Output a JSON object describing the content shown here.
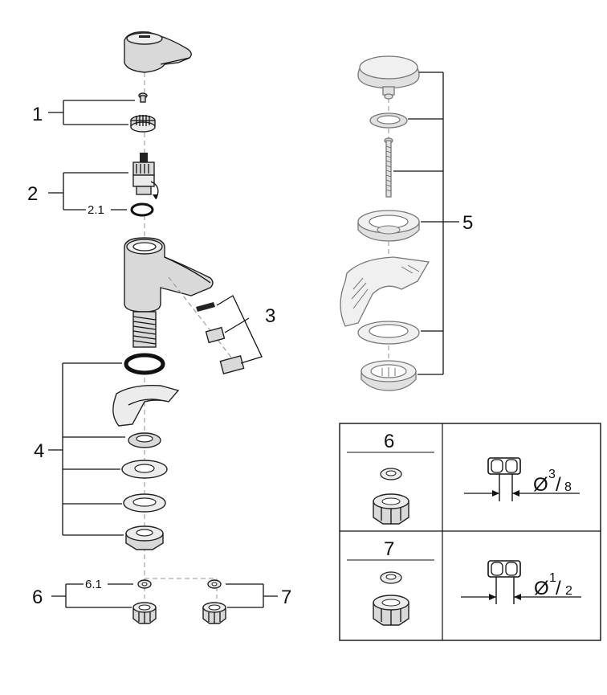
{
  "callouts": {
    "c1": "1",
    "c2": "2",
    "c21": "2.1",
    "c3": "3",
    "c4": "4",
    "c5": "5",
    "c6": "6",
    "c61": "6.1",
    "c7": "7"
  },
  "table": {
    "row1": {
      "label": "6",
      "dim_prefix": "Ø",
      "num": "3",
      "slash": "/",
      "den": "8"
    },
    "row2": {
      "label": "7",
      "dim_prefix": "Ø",
      "num": "1",
      "slash": "/",
      "den": "2"
    }
  }
}
